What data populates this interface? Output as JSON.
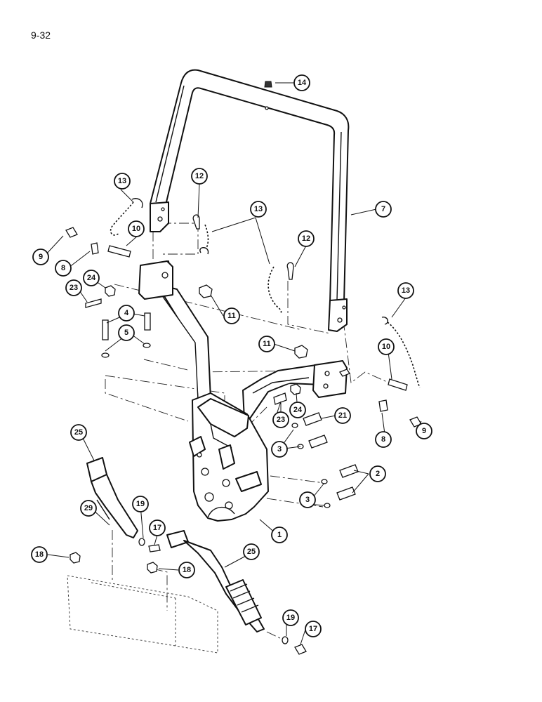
{
  "page_number": "9-32",
  "callouts": {
    "c1": "1",
    "c2": "2",
    "c3a": "3",
    "c3b": "3",
    "c4": "4",
    "c5": "5",
    "c7": "7",
    "c8a": "8",
    "c8b": "8",
    "c9a": "9",
    "c9b": "9",
    "c10a": "10",
    "c10b": "10",
    "c11a": "11",
    "c11b": "11",
    "c12a": "12",
    "c12b": "12",
    "c13a": "13",
    "c13b": "13",
    "c13c": "13",
    "c14": "14",
    "c17a": "17",
    "c17b": "17",
    "c18a": "18",
    "c18b": "18",
    "c19a": "19",
    "c19b": "19",
    "c21": "21",
    "c23a": "23",
    "c23b": "23",
    "c24a": "24",
    "c24b": "24",
    "c25a": "25",
    "c25b": "25",
    "c29": "29"
  }
}
